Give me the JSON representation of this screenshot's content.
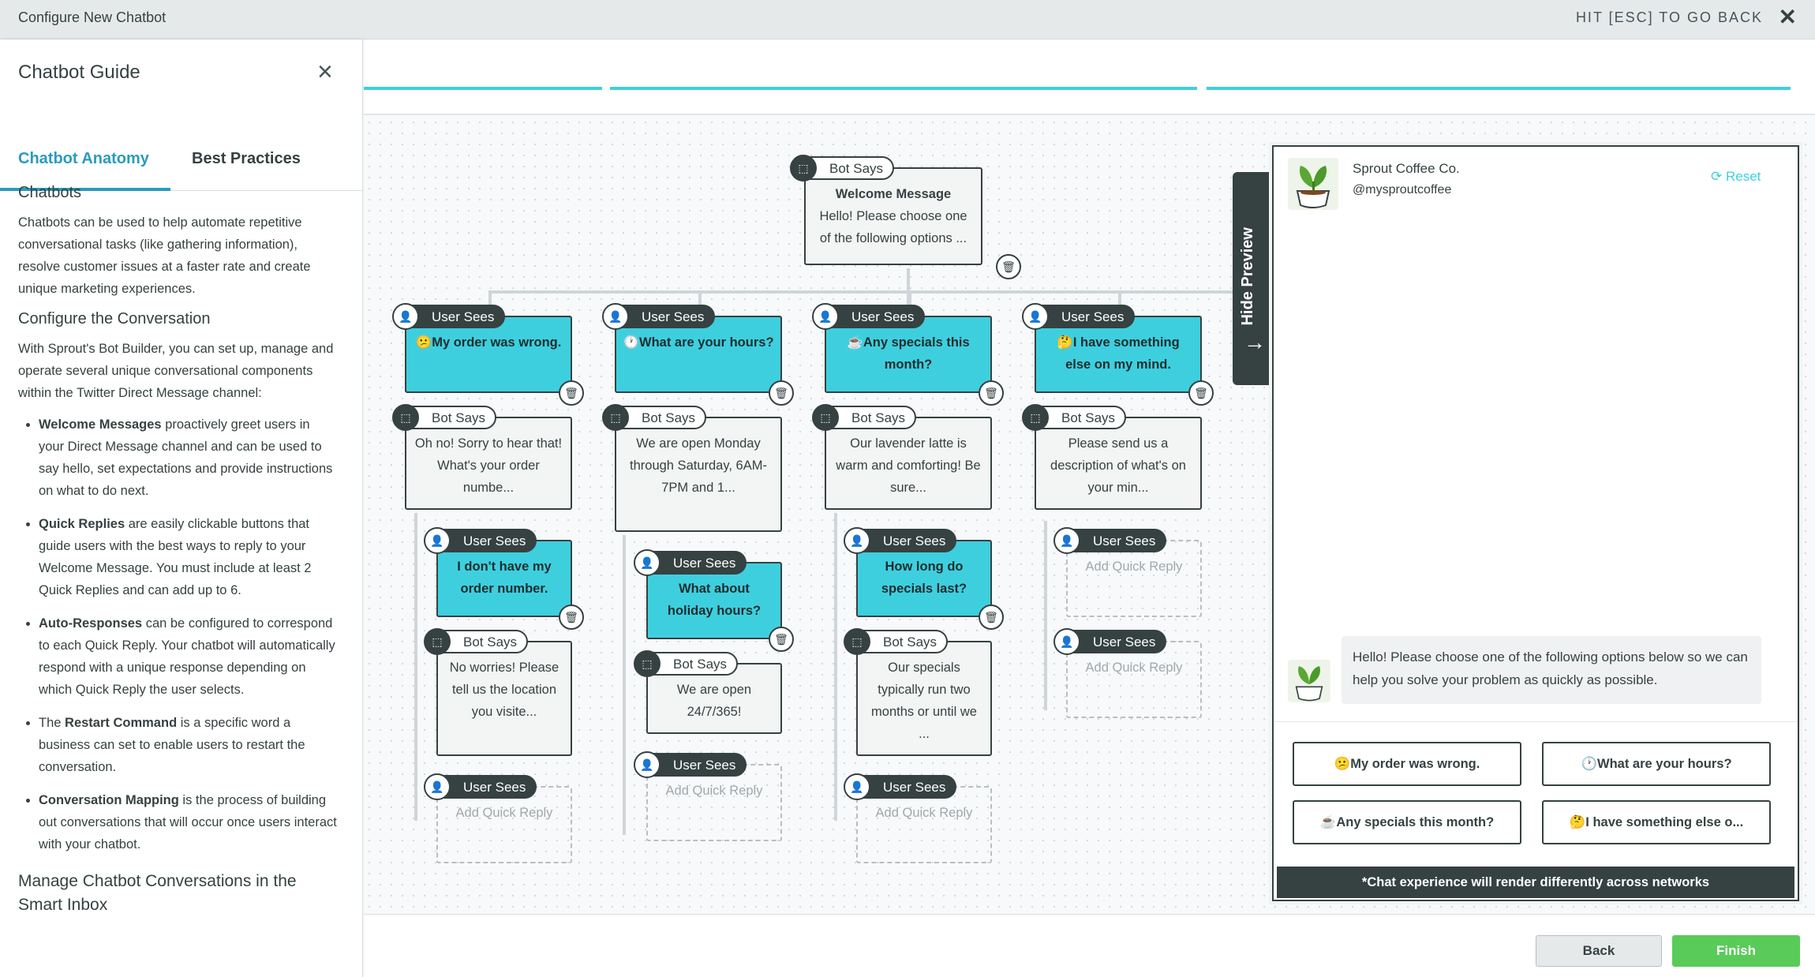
{
  "topbar": {
    "title": "Configure New Chatbot",
    "esc_hint": "HIT [ESC] TO GO BACK",
    "close_icon": "close-icon"
  },
  "guide": {
    "title": "Chatbot Guide",
    "tabs": [
      "Chatbot Anatomy",
      "Best Practices"
    ],
    "active_tab": "Chatbot Anatomy",
    "sections": {
      "chatbots_heading": "Chatbots",
      "chatbots_text": "Chatbots can be used to help automate repetitive conversational tasks (like gathering information), resolve customer issues at a faster rate and create unique marketing experiences.",
      "configure_heading": "Configure the Conversation",
      "configure_text": "With Sprout's Bot Builder, you can set up, manage and operate several unique conversational components within the Twitter Direct Message channel:",
      "bullets": [
        {
          "term": "Welcome Messages",
          "text": " proactively greet users in your Direct Message channel and can be used to say hello, set expectations and provide instructions on what to do next."
        },
        {
          "term": "Quick Replies",
          "text": " are easily clickable buttons that guide users with the best ways to reply to your Welcome Message. You must include at least 2 Quick Replies and can add up to 6."
        },
        {
          "term": "Auto-Responses",
          "text": " can be configured to correspond to each Quick Reply. Your chatbot will automatically respond with a unique response depending on which Quick Reply the user selects."
        },
        {
          "prefix": "The ",
          "term": "Restart Command",
          "text": " is a specific word a business can set to enable users to restart the conversation."
        },
        {
          "term": "Conversation Mapping",
          "text": " is the process of building out conversations that will occur once users interact with your chatbot."
        }
      ],
      "manage_heading": "Manage Chatbot Conversations in the Smart Inbox"
    }
  },
  "builder": {
    "bot_label": "Bot Says",
    "user_label": "User Sees",
    "welcome": {
      "title": "Welcome Message",
      "text": "Hello! Please choose one of the following options ..."
    },
    "add_quick_reply": "Add Quick Reply",
    "branches": [
      {
        "reply": "😕My order was wrong.",
        "bot": "Oh no! Sorry to hear that! What's your order numbe...",
        "sub_reply": "I don't have my order number.",
        "sub_bot": "No worries! Please tell us the location you visite..."
      },
      {
        "reply": "🕐What are your hours?",
        "bot": "We are open Monday through Saturday, 6AM-7PM and 1...",
        "sub_reply": "What about holiday hours?",
        "sub_bot": "We are open 24/7/365!"
      },
      {
        "reply": "☕Any specials this month?",
        "bot": "Our lavender latte is warm and comforting! Be sure...",
        "sub_reply": "How long do specials last?",
        "sub_bot": "Our specials typically run two months or until we ..."
      },
      {
        "reply": "🤔I have something else on my mind.",
        "bot": "Please send us a description of what's on your min..."
      }
    ]
  },
  "preview": {
    "hide_label": "Hide Preview",
    "account_name": "Sprout Coffee Co.",
    "handle": "@mysproutcoffee",
    "reset_label": "Reset",
    "welcome_text": "Hello! Please choose one of the following options below so we can help you solve your problem as quickly as possible.",
    "quick_replies": [
      "😕My order was wrong.",
      "🕐What are your hours?",
      "☕Any specials this month?",
      "🤔I have something else o..."
    ],
    "note": "*Chat experience will render differently across networks"
  },
  "footer": {
    "back_label": "Back",
    "finish_label": "Finish"
  },
  "colors": {
    "accent": "#3ecfdf",
    "dark": "#364141",
    "finish": "#59cb59",
    "link": "#2a9bbd"
  }
}
